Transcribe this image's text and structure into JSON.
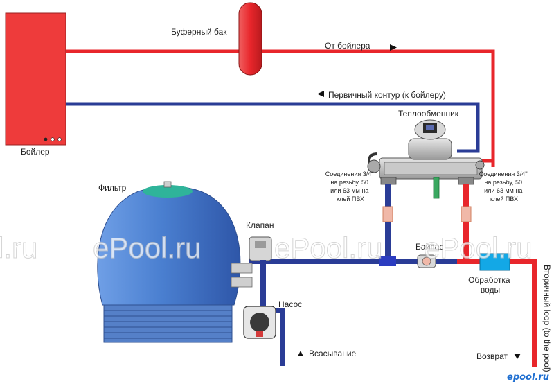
{
  "labels": {
    "boiler": "Бойлер",
    "buffer_tank": "Буферный бак",
    "from_boiler": "От бойлера",
    "primary_loop": "Первичный контур (к бойлеру)",
    "heat_exchanger": "Теплообменник",
    "connections_left": [
      "Соединения 3/4''",
      "на резьбу, 50",
      "или 63 мм на",
      "клей ПВХ"
    ],
    "connections_right": [
      "Соединения 3/4''",
      "на резьбу, 50",
      "или 63 мм на",
      "клей ПВХ"
    ],
    "filter": "Фильтр",
    "valve": "Клапан",
    "bypass": "Байпас",
    "pump": "Насос",
    "water_treatment": [
      "Обработка",
      "воды"
    ],
    "suction": "Всасывание",
    "return": "Возврат",
    "secondary_loop": "Вторичный loop (to the pool)"
  },
  "watermarks": [
    "l.ru",
    "ePool.ru",
    "ePool.ru",
    "ePool.ru"
  ],
  "logo": "epool.ru",
  "colors": {
    "hot": "#e8262b",
    "cold": "#2a3c96",
    "boiler_fill": "#ee3b3b",
    "treatment_fill": "#13a8e6",
    "filter_body": "#4a7fd0",
    "filter_cap": "#2fb49a"
  }
}
